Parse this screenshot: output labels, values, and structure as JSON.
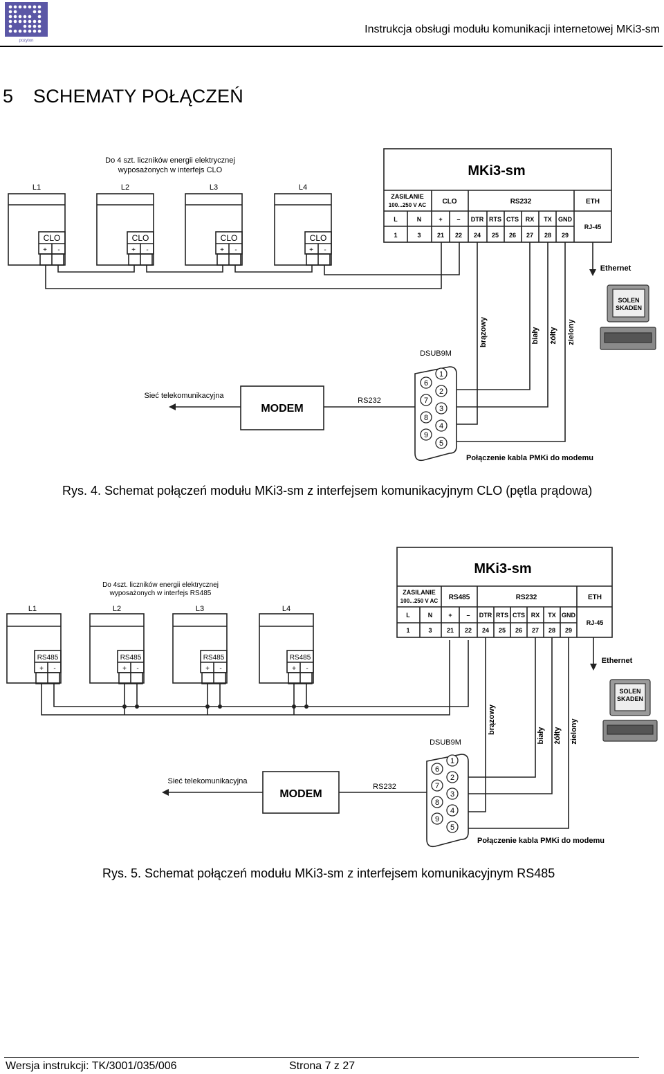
{
  "header": {
    "logo_text": "pozyton",
    "title": "Instrukcja obsługi modułu komunikacji internetowej MKi3-sm"
  },
  "section": {
    "number": "5",
    "title": "SCHEMATY POŁĄCZEŃ"
  },
  "figure1": {
    "device_title": "MKi3-sm",
    "meters_note_line1": "Do 4 szt. liczników energii elektrycznej",
    "meters_note_line2": "wyposażonych w interfejs CLO",
    "meters": [
      "L1",
      "L2",
      "L3",
      "L4"
    ],
    "meter_interface": "CLO",
    "terminal_plus": "+",
    "terminal_minus": "-",
    "groups": {
      "power": "ZASILANIE",
      "power_range": "100...250 V AC",
      "iface": "CLO",
      "rs232": "RS232",
      "eth": "ETH"
    },
    "signals": [
      "L",
      "N",
      "+",
      "–",
      "DTR",
      "RTS",
      "CTS",
      "RX",
      "TX",
      "GND"
    ],
    "pins": [
      "1",
      "3",
      "21",
      "22",
      "24",
      "25",
      "26",
      "27",
      "28",
      "29"
    ],
    "rj45": "RJ-45",
    "ethernet": "Ethernet",
    "pc_label_line1": "SOLEN",
    "pc_label_line2": "SKADEN",
    "wire_colors": [
      "brązowy",
      "biały",
      "żółty",
      "zielony"
    ],
    "dsub": "DSUB9M",
    "dsub_pins_left": [
      "6",
      "7",
      "8",
      "9"
    ],
    "dsub_pins_right": [
      "1",
      "2",
      "3",
      "4",
      "5"
    ],
    "modem": "MODEM",
    "rs232_link": "RS232",
    "telecom": "Sieć telekomunikacyjna",
    "cable_note": "Połączenie kabla PMKi do modemu",
    "caption": "Rys. 4. Schemat połączeń modułu MKi3-sm z interfejsem komunikacyjnym CLO (pętla prądowa)"
  },
  "figure2": {
    "device_title": "MKi3-sm",
    "meters_note_line1": "Do 4szt. liczników energii elektrycznej",
    "meters_note_line2": "wyposażonych w interfejs RS485",
    "meters": [
      "L1",
      "L2",
      "L3",
      "L4"
    ],
    "meter_interface": "RS485",
    "terminal_plus": "+",
    "terminal_minus": "-",
    "groups": {
      "power": "ZASILANIE",
      "power_range": "100...250 V AC",
      "iface": "RS485",
      "rs232": "RS232",
      "eth": "ETH"
    },
    "signals": [
      "L",
      "N",
      "+",
      "–",
      "DTR",
      "RTS",
      "CTS",
      "RX",
      "TX",
      "GND"
    ],
    "pins": [
      "1",
      "3",
      "21",
      "22",
      "24",
      "25",
      "26",
      "27",
      "28",
      "29"
    ],
    "rj45": "RJ-45",
    "ethernet": "Ethernet",
    "pc_label_line1": "SOLEN",
    "pc_label_line2": "SKADEN",
    "wire_colors": [
      "brązowy",
      "biały",
      "żółty",
      "zielony"
    ],
    "dsub": "DSUB9M",
    "dsub_pins_left": [
      "6",
      "7",
      "8",
      "9"
    ],
    "dsub_pins_right": [
      "1",
      "2",
      "3",
      "4",
      "5"
    ],
    "modem": "MODEM",
    "rs232_link": "RS232",
    "telecom": "Sieć telekomunikacyjna",
    "cable_note": "Połączenie kabla PMKi do modemu",
    "caption": "Rys. 5. Schemat połączeń modułu MKi3-sm z interfejsem komunikacyjnym RS485"
  },
  "footer": {
    "version": "Wersja instrukcji: TK/3001/035/006",
    "page": "Strona 7 z 27"
  }
}
